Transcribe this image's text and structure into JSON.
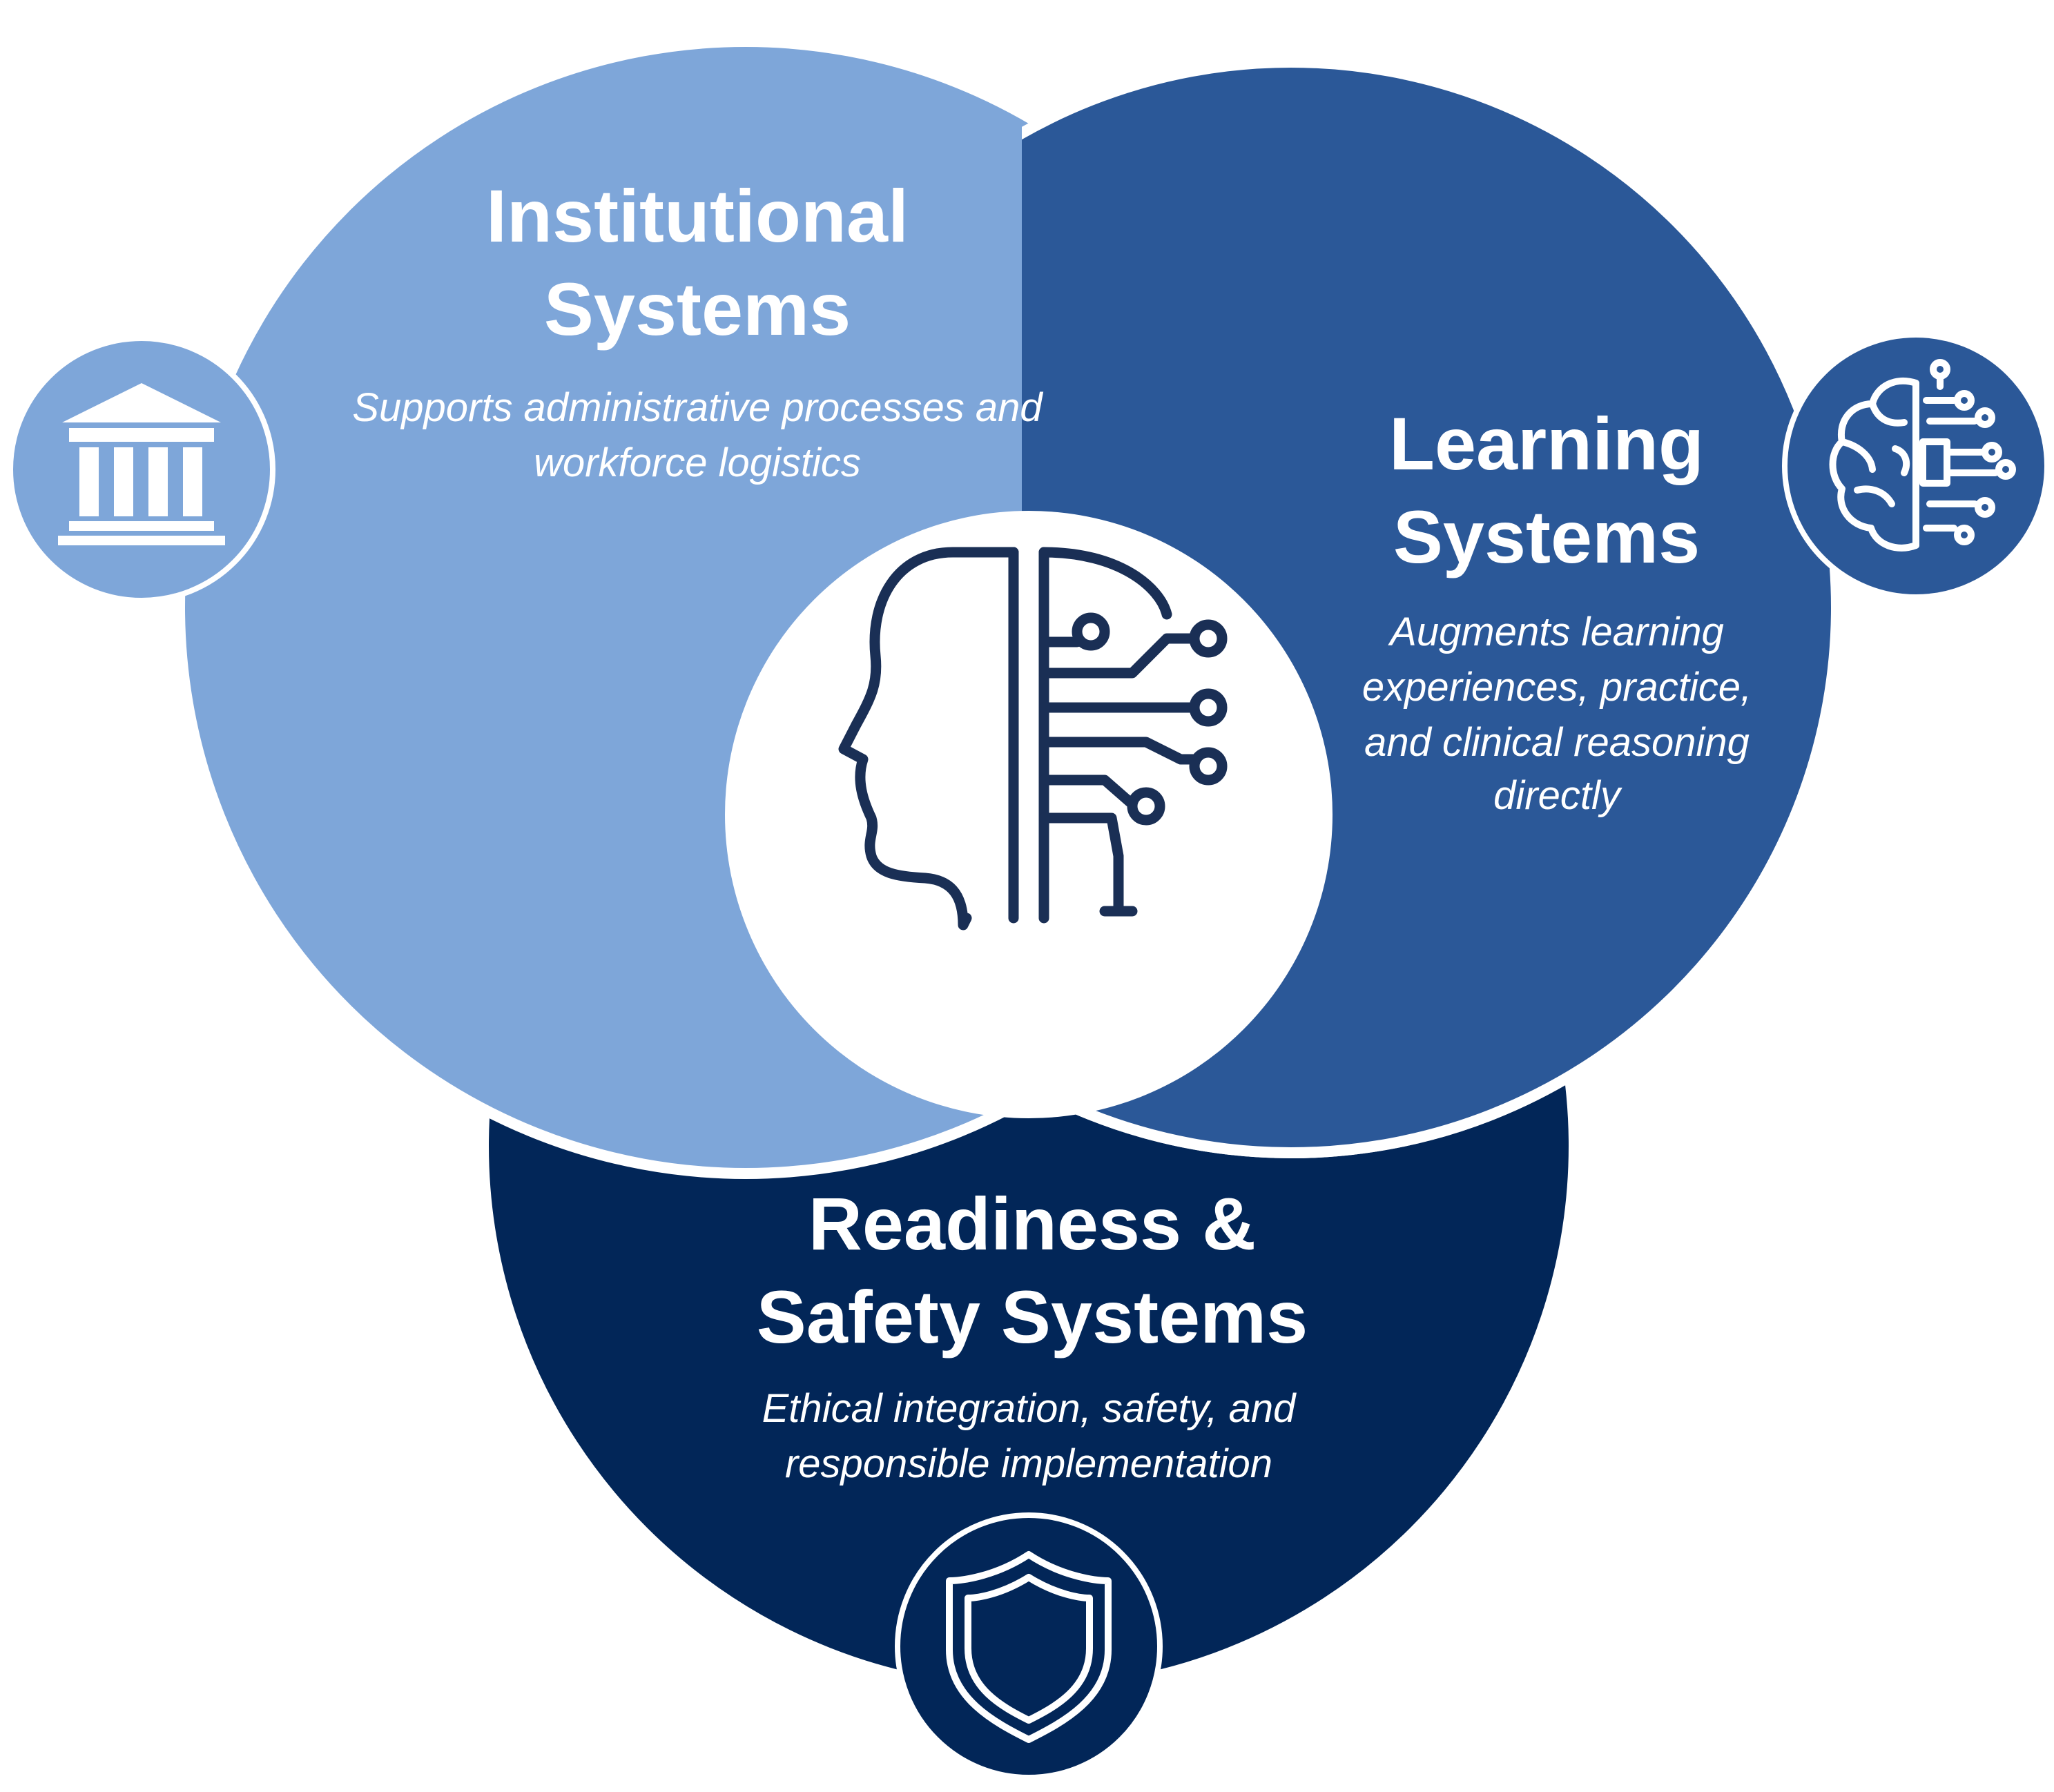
{
  "colors": {
    "institutional": "#7ea6d9",
    "learning": "#2b5898",
    "readiness": "#022658",
    "icon_line": "#1a2f55",
    "background": "#ffffff"
  },
  "institutional": {
    "title_line1": "Institutional",
    "title_line2": "Systems",
    "desc_line1": "Supports administrative processes and",
    "desc_line2": "workforce logistics",
    "icon": "building-columns-icon"
  },
  "learning": {
    "title_line1": "Learning",
    "title_line2": "Systems",
    "desc_line1": "Augments learning",
    "desc_line2": "experiences, practice,",
    "desc_line3": "and clinical reasoning",
    "desc_line4": "directly",
    "icon": "brain-circuit-icon"
  },
  "readiness": {
    "title_line1": "Readiness &",
    "title_line2": "Safety Systems",
    "desc_line1": "Ethical integration, safety, and",
    "desc_line2": "responsible implementation",
    "icon": "shield-icon"
  },
  "center": {
    "icon": "ai-head-circuit-icon"
  }
}
